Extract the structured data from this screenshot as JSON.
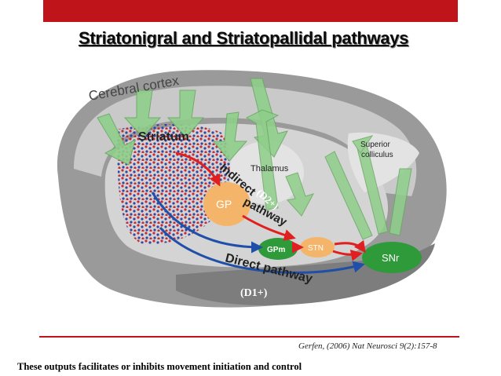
{
  "slide": {
    "title": "Striatonigral and Striatopallidal pathways",
    "citation": "Gerfen, (2006) Nat Neurosci 9(2):157-8",
    "caption": "These outputs  facilitates or inhibits movement initiation and control"
  },
  "figure": {
    "labels": {
      "cortex": "Cerebral cortex",
      "striatum": "Striatum",
      "thalamus": "Thalamus",
      "colliculus_1": "Superior",
      "colliculus_2": "colliculus",
      "gp": "GP",
      "gpm": "GPm",
      "stn": "STN",
      "snr": "SNr",
      "indirect_1": "Indirect",
      "indirect_2": "pathway",
      "direct": "Direct pathway",
      "d2": "(D2+)",
      "d1": "(D1+)"
    },
    "colors": {
      "brain": "#9a9a9a",
      "cortex": "#c9c9c9",
      "inner": "#e3e3e3",
      "gp": "#f4b56a",
      "stn": "#f4b56a",
      "gpm": "#2f9a3a",
      "snr": "#2f9a3a",
      "red_arrow": "#e02020",
      "blue_arrow": "#1f4fa8",
      "green_arrow": "#8fcf8a",
      "accent": "#c0141b"
    }
  }
}
